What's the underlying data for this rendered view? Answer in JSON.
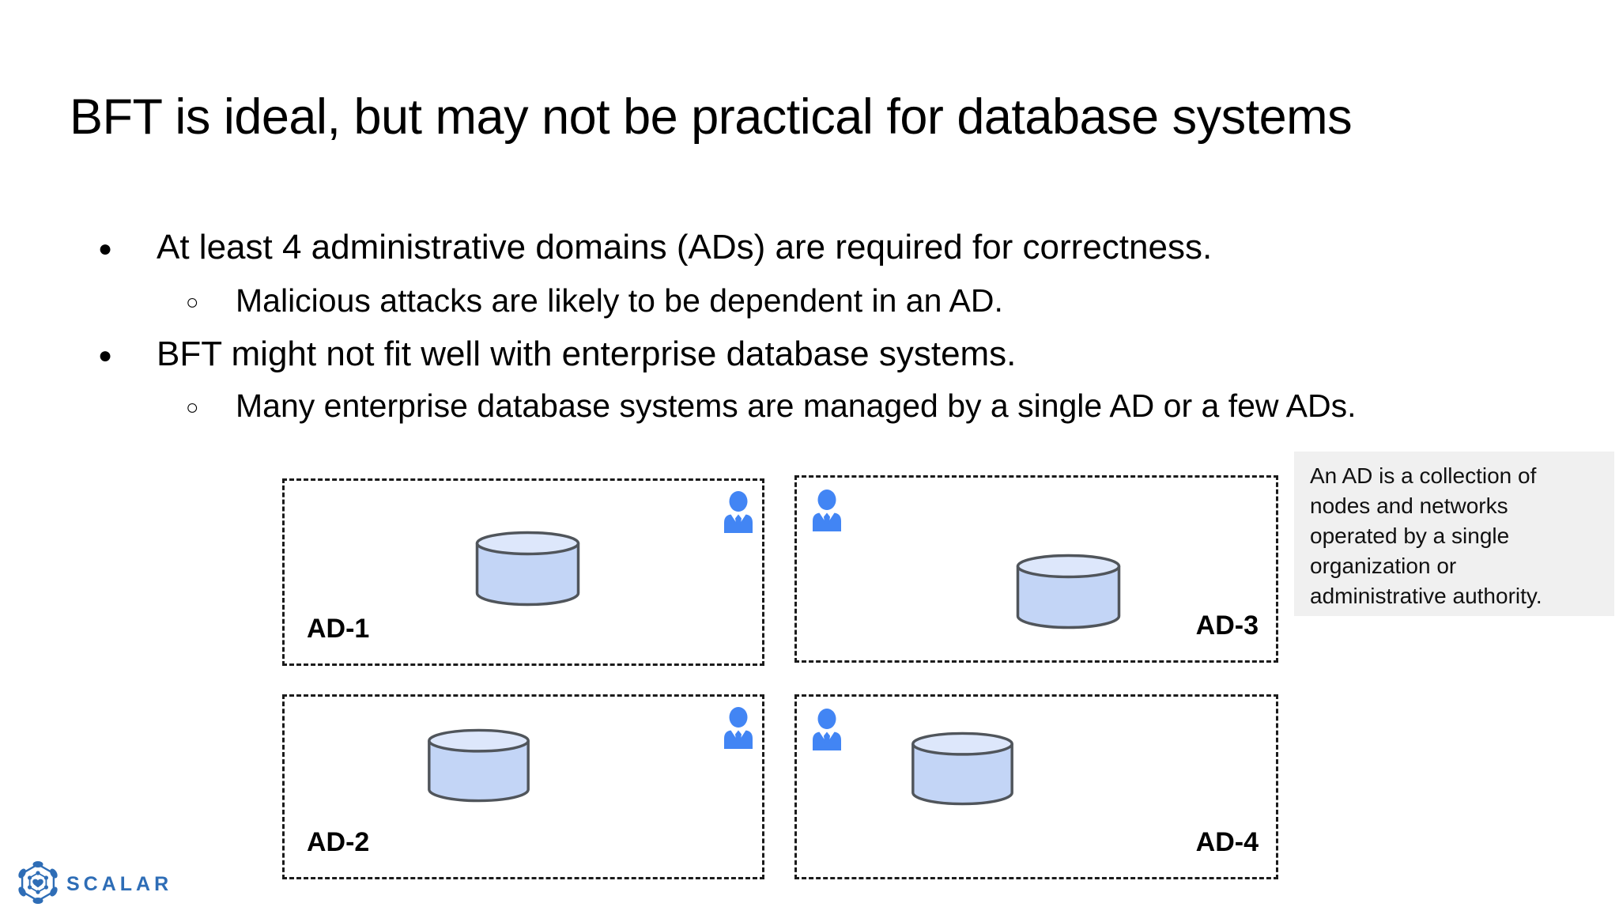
{
  "slide": {
    "title": "BFT is ideal, but may not be practical for database systems",
    "markers": {
      "level1": "●",
      "level2": "○"
    },
    "bullets": [
      {
        "level": 1,
        "text": "At least 4 administrative domains (ADs) are required for correctness."
      },
      {
        "level": 2,
        "text": "Malicious attacks are likely to be dependent in an AD."
      },
      {
        "level": 1,
        "text": "BFT might not fit well with enterprise database systems."
      },
      {
        "level": 2,
        "text": "Many enterprise database systems are managed by a single AD or a few ADs."
      }
    ],
    "domains": [
      {
        "label": "AD-1"
      },
      {
        "label": "AD-3"
      },
      {
        "label": "AD-2"
      },
      {
        "label": "AD-4"
      }
    ],
    "note": "An AD is a collection of nodes and networks operated by a single organization or administrative authority.",
    "logo_text": "SCALAR",
    "colors": {
      "person_icon_blue": "#4285f4",
      "cylinder_fill": "#c3d5f6",
      "cylinder_top_fill": "#dde7fb",
      "cylinder_stroke": "#50555b",
      "note_bg": "#f0f0f0",
      "logo_blue": "#2e6db6",
      "dash_border": "#1b1b1b"
    }
  }
}
